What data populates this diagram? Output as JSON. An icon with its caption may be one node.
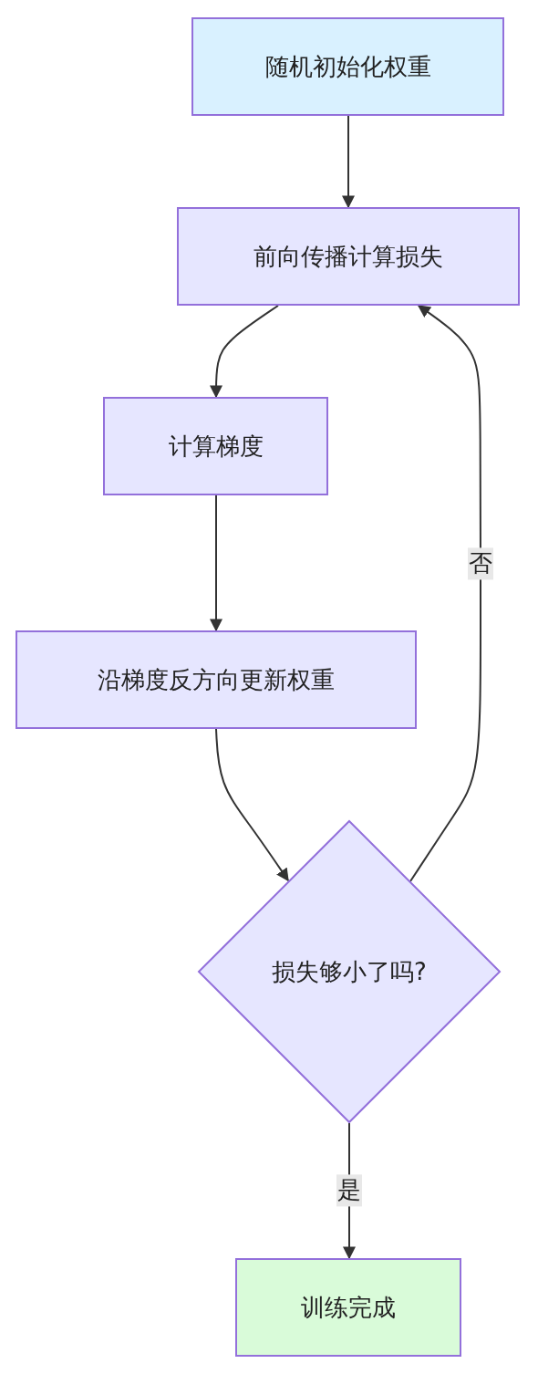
{
  "diagram": {
    "nodes": [
      {
        "text": [
          "随机初始化权重"
        ]
      },
      {
        "text": [
          "前向传播计算损失"
        ]
      },
      {
        "text": [
          "计算梯度"
        ]
      },
      {
        "text": [
          "沿梯度反方向更新权重"
        ]
      },
      {
        "text": [
          "损失够小了吗?"
        ]
      },
      {
        "text": [
          "训练完成"
        ]
      }
    ],
    "edges": [
      {
        "from": 0,
        "to": 1,
        "arrow": "to"
      },
      {
        "from": 1,
        "to": 2,
        "arrow": "to"
      },
      {
        "from": 2,
        "to": 3,
        "arrow": "to"
      },
      {
        "from": 3,
        "to": 4,
        "arrow": "to"
      },
      {
        "from": 4,
        "to": 1,
        "arrow": "to",
        "label": "否"
      },
      {
        "from": 4,
        "to": 5,
        "arrow": "to",
        "label": "是"
      }
    ]
  }
}
